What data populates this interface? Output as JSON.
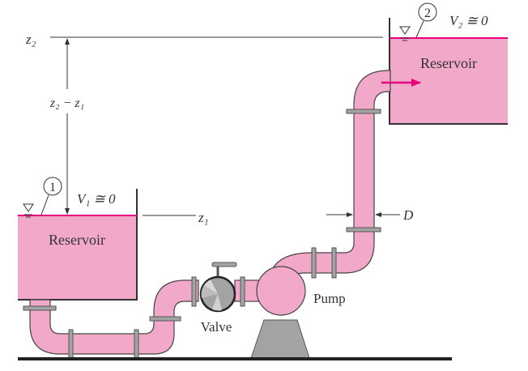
{
  "labels": {
    "z2": "z₂",
    "z1": "z₁",
    "z_diff": "z₂ − z₁",
    "point1": "1",
    "point2": "2",
    "v1": "V₁ ≅ 0",
    "v2": "V₂ ≅ 0",
    "reservoir_lower": "Reservoir",
    "reservoir_upper": "Reservoir",
    "diameter": "D",
    "valve": "Valve",
    "pump": "Pump"
  },
  "colors": {
    "water": "#f2a9c9",
    "surface": "#e6007e",
    "metal": "#a3a3a3",
    "outline": "#333333"
  }
}
